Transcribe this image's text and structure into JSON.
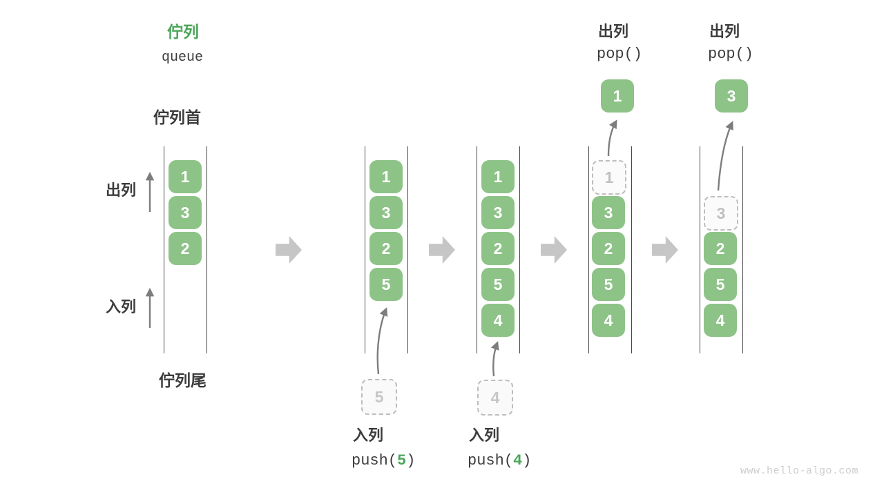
{
  "title": {
    "zh": "佇列",
    "en": "queue"
  },
  "labels": {
    "front": "佇列首",
    "rear": "佇列尾",
    "dequeue": "出列",
    "enqueue": "入列"
  },
  "operations": {
    "pop1": {
      "label": "出列",
      "code": "pop()",
      "value": "1"
    },
    "pop2": {
      "label": "出列",
      "code": "pop()",
      "value": "3"
    },
    "push1": {
      "label": "入列",
      "code_prefix": "push(",
      "arg": "5",
      "code_suffix": ")"
    },
    "push2": {
      "label": "入列",
      "code_prefix": "push(",
      "arg": "4",
      "code_suffix": ")"
    }
  },
  "columns": [
    {
      "cells": [
        {
          "value": "1"
        },
        {
          "value": "3"
        },
        {
          "value": "2"
        }
      ]
    },
    {
      "cells": [
        {
          "value": "1"
        },
        {
          "value": "3"
        },
        {
          "value": "2"
        },
        {
          "value": "5"
        }
      ],
      "incoming": "5"
    },
    {
      "cells": [
        {
          "value": "1"
        },
        {
          "value": "3"
        },
        {
          "value": "2"
        },
        {
          "value": "5"
        },
        {
          "value": "4"
        }
      ],
      "incoming": "4"
    },
    {
      "cells": [
        {
          "value": "1",
          "ghost": true
        },
        {
          "value": "3"
        },
        {
          "value": "2"
        },
        {
          "value": "5"
        },
        {
          "value": "4"
        }
      ],
      "popped": "1"
    },
    {
      "cells": [
        {
          "value": "3",
          "ghost": true
        },
        {
          "value": "2"
        },
        {
          "value": "5"
        },
        {
          "value": "4"
        }
      ],
      "popped": "3"
    }
  ],
  "watermark": "www.hello-algo.com",
  "colors": {
    "cell_green": "#8EC388",
    "accent_green": "#4CA65A",
    "thin_arrow_gray": "#7d7d7d",
    "block_arrow_gray": "#c6c6c6",
    "wall_gray": "#474747",
    "ghost_border": "#bdbdbd",
    "ghost_text": "#c0c0c0",
    "text_dark": "#3c3c3c",
    "watermark_gray": "#cdcdcd"
  }
}
